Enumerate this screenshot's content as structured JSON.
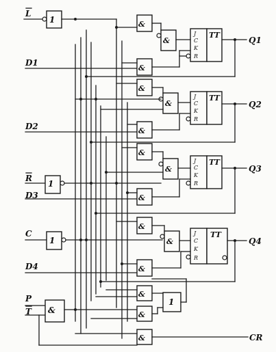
{
  "inputs": {
    "L": "L",
    "D1": "D1",
    "D2": "D2",
    "R": "R",
    "D3": "D3",
    "C": "C",
    "D4": "D4",
    "P": "P",
    "T": "T"
  },
  "outputs": {
    "Q1": "Q1",
    "Q2": "Q2",
    "Q3": "Q3",
    "Q4": "Q4",
    "CR": "CR"
  },
  "gates": {
    "and_symbol": "&",
    "not_symbol": "1",
    "or_symbol": "1"
  },
  "flipflop": {
    "type_label": "TT",
    "pins": [
      "J",
      "C",
      "K",
      "R"
    ]
  }
}
